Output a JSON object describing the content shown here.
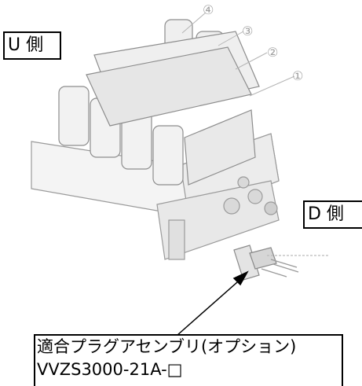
{
  "labels": {
    "u_side": "U 側",
    "d_side": "D 側"
  },
  "option_box": {
    "line1": "適合プラグアセンブリ(オプション)",
    "line2": "VVZS3000-21A-□"
  },
  "station_numbers": [
    "④",
    "③",
    "②",
    "①"
  ]
}
